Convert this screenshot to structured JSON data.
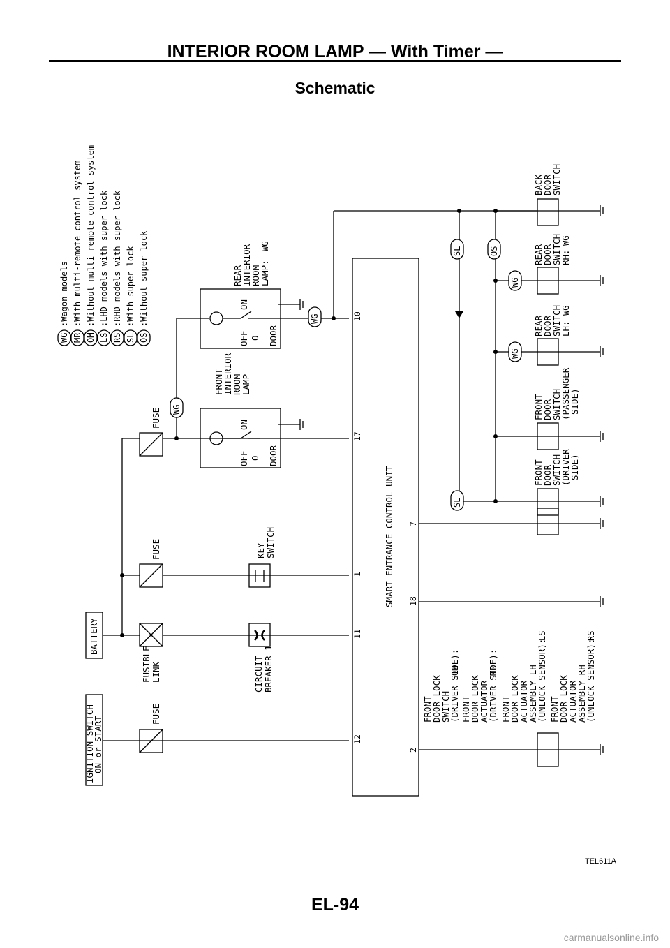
{
  "header": {
    "title": "INTERIOR ROOM LAMP — With Timer —"
  },
  "section_title": "Schematic",
  "figure_code": "TEL611A",
  "page_number": "EL-94",
  "watermark": "carmanualsonline.info",
  "legend": [
    {
      "code": "WG",
      "text": ":Wagon models"
    },
    {
      "code": "MR",
      "text": ":With multi-remote control system"
    },
    {
      "code": "OM",
      "text": ":Without multi-remote control system"
    },
    {
      "code": "LS",
      "text": ":LHD models with super lock"
    },
    {
      "code": "RS",
      "text": ":RHD models with super lock"
    },
    {
      "code": "SL",
      "text": ":With super lock"
    },
    {
      "code": "OS",
      "text": ":Without super lock"
    }
  ],
  "components": {
    "ignition_switch": [
      "IGNITION SWITCH",
      "ON or START"
    ],
    "battery": "BATTERY",
    "fuse": "FUSE",
    "fusible_link": [
      "FUSIBLE",
      "LINK"
    ],
    "circuit_breaker": [
      "CIRCUIT",
      "BREAKER-1"
    ],
    "key_switch": [
      "KEY",
      "SWITCH"
    ],
    "front_interior_room_lamp": [
      "FRONT",
      "INTERIOR",
      "ROOM",
      "LAMP"
    ],
    "rear_interior_room_lamp": [
      "REAR",
      "INTERIOR",
      "ROOM",
      "LAMP:"
    ],
    "lamp_positions": {
      "off": "OFF",
      "o": "O",
      "door": "DOOR",
      "on": "ON"
    },
    "control_unit": "SMART ENTRANCE CONTROL UNIT",
    "front_door_lock_switch": [
      "FRONT",
      "DOOR LOCK",
      "SWITCH",
      "(DRIVER SIDE):"
    ],
    "front_door_lock_actuator": [
      "FRONT",
      "DOOR LOCK",
      "ACTUATOR",
      "(DRIVER SIDE):"
    ],
    "front_door_lock_actuator_lh": [
      "FRONT",
      "DOOR LOCK",
      "ACTUATOR",
      "ASSEMBLY LH",
      "(UNLOCK SENSOR):"
    ],
    "front_door_lock_actuator_rh": [
      "FRONT",
      "DOOR LOCK",
      "ACTUATOR",
      "ASSEMBLY RH",
      "(UNLOCK SENSOR):"
    ],
    "front_door_switch_driver": [
      "FRONT",
      "DOOR",
      "SWITCH",
      "(DRIVER",
      "SIDE)"
    ],
    "front_door_switch_passenger": [
      "FRONT",
      "DOOR",
      "SWITCH",
      "(PASSENGER",
      "SIDE)"
    ],
    "rear_door_switch_lh": [
      "REAR",
      "DOOR",
      "SWITCH",
      "LH:"
    ],
    "rear_door_switch_rh": [
      "REAR",
      "DOOR",
      "SWITCH",
      "RH:"
    ],
    "back_door_switch": [
      "BACK",
      "DOOR",
      "SWITCH"
    ]
  },
  "tags": {
    "wg": "WG",
    "sl": "SL",
    "os": "OS",
    "om": "OM",
    "mr": "MR",
    "ls": "LS",
    "rs": "RS"
  },
  "pins": [
    "12",
    "11",
    "1",
    "17",
    "10",
    "2",
    "18",
    "7"
  ]
}
